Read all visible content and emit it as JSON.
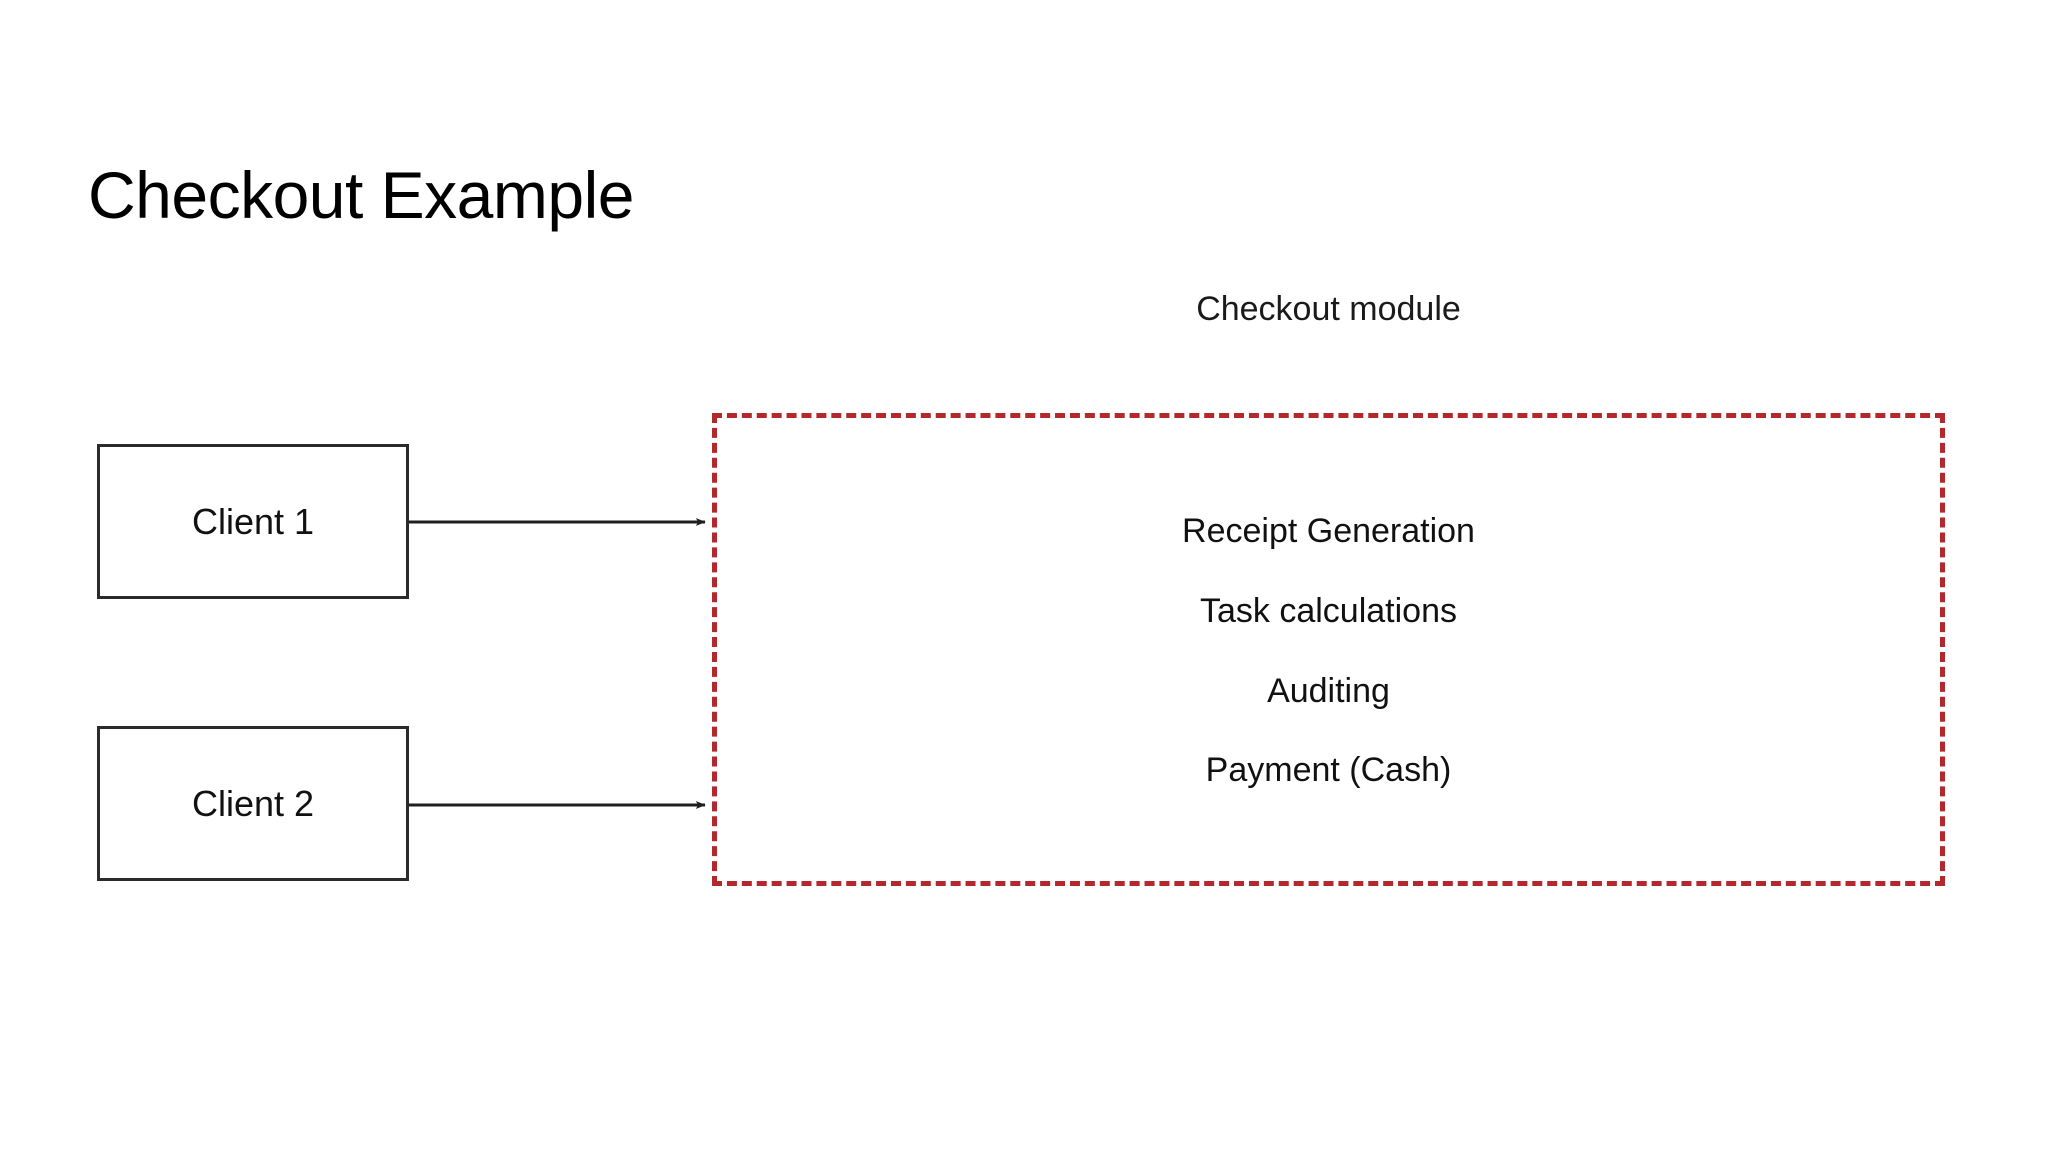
{
  "slide": {
    "title": "Checkout Example",
    "background_color": "#ffffff"
  },
  "diagram": {
    "module": {
      "caption": "Checkout module",
      "border_color": "#b3282d",
      "border_style": "dashed",
      "items": [
        {
          "label": "Receipt Generation"
        },
        {
          "label": "Task calculations"
        },
        {
          "label": "Auditing"
        },
        {
          "label": "Payment (Cash)"
        }
      ]
    },
    "clients": [
      {
        "label": "Client 1",
        "border_color": "#2b2b2b"
      },
      {
        "label": "Client 2",
        "border_color": "#2b2b2b"
      }
    ],
    "connectors": [
      {
        "from": "Client 1",
        "to": "Checkout module",
        "style": "solid-arrow",
        "color": "#1f1f1f"
      },
      {
        "from": "Client 2",
        "to": "Checkout module",
        "style": "solid-arrow",
        "color": "#1f1f1f"
      }
    ]
  }
}
